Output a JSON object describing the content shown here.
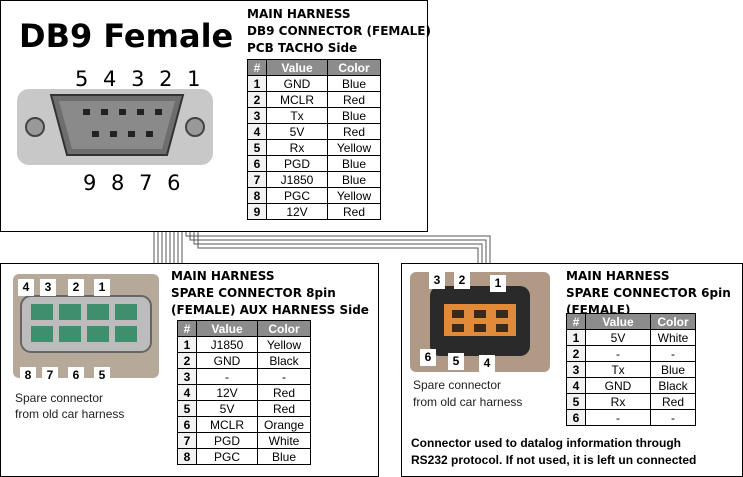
{
  "top": {
    "big_title": "DB9 Female",
    "pins_top": "5 4 3 2 1",
    "pins_bottom": "9 8 7 6",
    "heading1": "MAIN HARNESS",
    "heading2": "DB9 CONNECTOR (FEMALE)",
    "heading3": "PCB TACHO Side",
    "table": {
      "headers": [
        "#",
        "Value",
        "Color"
      ],
      "rows": [
        [
          "1",
          "GND",
          "Blue"
        ],
        [
          "2",
          "MCLR",
          "Red"
        ],
        [
          "3",
          "Tx",
          "Blue"
        ],
        [
          "4",
          "5V",
          "Red"
        ],
        [
          "5",
          "Rx",
          "Yellow"
        ],
        [
          "6",
          "PGD",
          "Blue"
        ],
        [
          "7",
          "J1850",
          "Blue"
        ],
        [
          "8",
          "PGC",
          "Yellow"
        ],
        [
          "9",
          "12V",
          "Red"
        ]
      ]
    }
  },
  "left": {
    "heading1": "MAIN HARNESS",
    "heading2": "SPARE CONNECTOR 8pin",
    "heading3": "(FEMALE) AUX HARNESS Side",
    "photo_labels_top": [
      "4",
      "3",
      "2",
      "1"
    ],
    "photo_labels_bottom": [
      "8",
      "7",
      "6",
      "5"
    ],
    "caption1": "Spare connector",
    "caption2": "from old car harness",
    "table": {
      "headers": [
        "#",
        "Value",
        "Color"
      ],
      "rows": [
        [
          "1",
          "J1850",
          "Yellow"
        ],
        [
          "2",
          "GND",
          "Black"
        ],
        [
          "3",
          "-",
          "-"
        ],
        [
          "4",
          "12V",
          "Red"
        ],
        [
          "5",
          "5V",
          "Red"
        ],
        [
          "6",
          "MCLR",
          "Orange"
        ],
        [
          "7",
          "PGD",
          "White"
        ],
        [
          "8",
          "PGC",
          "Blue"
        ]
      ]
    }
  },
  "right": {
    "heading1": "MAIN HARNESS",
    "heading2": "SPARE CONNECTOR 6pin",
    "heading3": "(FEMALE)",
    "photo_labels_top": [
      "3",
      "2",
      "1"
    ],
    "photo_labels_bottom": [
      "6",
      "5",
      "4"
    ],
    "caption1": "Spare connector",
    "caption2": "from old car harness",
    "note1": "Connector used to datalog information through",
    "note2": "RS232 protocol. If not used, it is left un connected",
    "table": {
      "headers": [
        "#",
        "Value",
        "Color"
      ],
      "rows": [
        [
          "1",
          "5V",
          "White"
        ],
        [
          "2",
          "-",
          "-"
        ],
        [
          "3",
          "Tx",
          "Blue"
        ],
        [
          "4",
          "GND",
          "Black"
        ],
        [
          "5",
          "Rx",
          "Red"
        ],
        [
          "6",
          "-",
          "-"
        ]
      ]
    }
  },
  "colors": {
    "table_header": "#8c8c8c",
    "wire": "#555555"
  }
}
